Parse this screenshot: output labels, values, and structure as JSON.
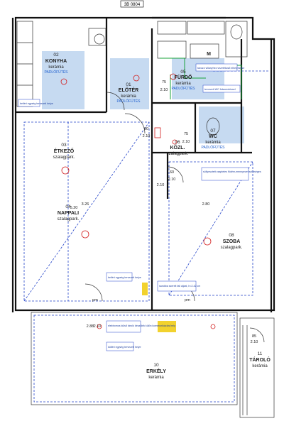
{
  "sheet": {
    "tag": "3B 0804"
  },
  "rooms": {
    "konyha": {
      "num": "02",
      "name": "KONYHA",
      "finish": "kerámia",
      "heating": "PADLÓFŰTÉS"
    },
    "eloter": {
      "num": "01",
      "name": "ELŐTÉR",
      "finish": "kerámia",
      "heating": "PADLÓFŰTÉS"
    },
    "furdo": {
      "num": "05",
      "name": "FÜRDŐ",
      "finish": "kerámia",
      "heating": "PADLÓFŰTÉS"
    },
    "etkezo": {
      "num": "03",
      "name": "ÉTKEZŐ",
      "finish": "szalagpark."
    },
    "kozl": {
      "num": "06",
      "name": "KÖZL.",
      "finish": "szalagpark."
    },
    "wc": {
      "num": "07",
      "name": "WC",
      "finish": "kerámia",
      "heating": "PADLÓFŰTÉS"
    },
    "nappali": {
      "num": "04",
      "name": "NAPPALI",
      "finish": "szalagpark."
    },
    "szoba": {
      "num": "08",
      "name": "SZOBA",
      "finish": "szalagpark."
    },
    "erkely": {
      "num": "10",
      "name": "ERKÉLY",
      "finish": "kerámia"
    },
    "tarolo": {
      "num": "11",
      "name": "TÁROLÓ",
      "finish": "kerámia"
    }
  },
  "dimensions": {
    "eloter_door_w": "75",
    "eloter_door_h": "2.10",
    "etkezo_door_w": "90",
    "etkezo_door_h": "2.10",
    "kozl_door_w": "75",
    "kozl_door_h": "2.10",
    "kozl_door_w2": "60",
    "kozl_door_h2": "2.10",
    "szoba_side_h": "2.10",
    "szoba_width": "2.80",
    "nappali_height": "5.20",
    "nappali_side": "3.26",
    "balcony_door_1": "2.88",
    "balcony_door_2": "2.10",
    "tarolo_door_w": "85",
    "tarolo_door_h": "2.10",
    "pm_1": "pm",
    "pm_2": "pm",
    "furdo_m": "M"
  },
  "notes": {
    "soffit": "süllyesztett csapteles födém-mennyezet szükséges",
    "lamp_1": "beltéri egység tervezett helye",
    "lamp_2": "beltéri egység tervezett helye",
    "lamp_3": "kültéri egység tervezett helye",
    "socket": "sarokba szerelt fali aljzat, h=2.42 cm",
    "balcony": "elektromos külső tároló készülék külön kommunikációs hely",
    "furdo_note": "távozó villanyhez vezetékcső elhelyezése",
    "wc_note": "tervezett WC felszereléssel"
  },
  "colors": {
    "wall": "#111111",
    "electric": "#d21d1d",
    "dashed": "#2343c9",
    "water": "#18a33a",
    "heated_floor": "#bcd4ee",
    "highlight": "#f2d22e"
  }
}
